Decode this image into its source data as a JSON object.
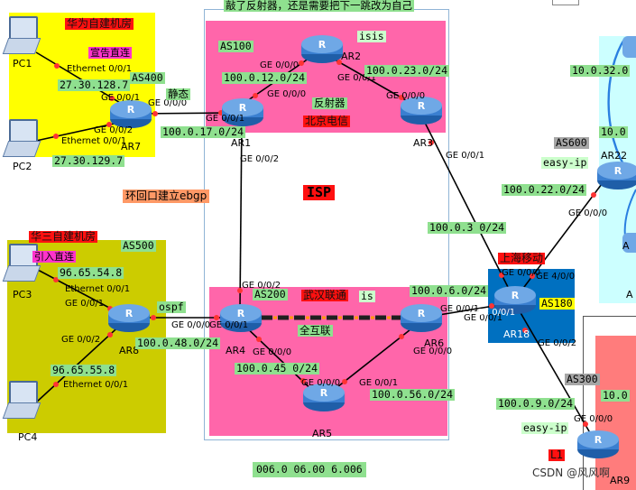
{
  "top_banner": "敲了反射器，还是需要把下一跳改为自己",
  "bottom_text": "006.0 06.00 6.006",
  "watermark": "CSDN @风风啊",
  "isp_label": "ISP",
  "loopback_note": "环回口建立ebgp",
  "colors": {
    "yellow_zone": "#ffff00",
    "olive_zone": "#cccc00",
    "pink_zone": "#ff66aa",
    "blue_zone": "#0070c0",
    "cyan_zone": "#ccffff",
    "red_zone": "#ff7c7c",
    "link": "#000000",
    "full_mesh": "#1f1f1f",
    "full_mesh_dash": "#ff9900",
    "endpoint": "#ff3333"
  },
  "zones": {
    "huawei": {
      "title": "华为自建机房",
      "as": "AS400",
      "subtitle": "宣告直连"
    },
    "h3c": {
      "title": "华三自建机房",
      "as": "AS500",
      "subtitle": "引入直连"
    },
    "beijing": {
      "as": "AS100",
      "protocol": "isis",
      "reflector": "反射器",
      "name": "北京电信"
    },
    "wuhan": {
      "as": "AS200",
      "name": "武汉联通",
      "protocol_tail": "is",
      "full_mesh": "全互联"
    },
    "shanghai": {
      "name": "上海移动",
      "as": "AS180"
    },
    "as600": {
      "as": "AS600",
      "protocol": "easy-ip"
    },
    "as300": {
      "as": "AS300",
      "protocol": "easy-ip",
      "tag": "L1"
    }
  },
  "devices": [
    {
      "id": "pc1",
      "name": "PC1",
      "icon": "pc-icon"
    },
    {
      "id": "pc2",
      "name": "PC2",
      "icon": "pc-icon"
    },
    {
      "id": "pc3",
      "name": "PC3",
      "icon": "pc-icon"
    },
    {
      "id": "pc4",
      "name": "PC4",
      "icon": "pc-icon"
    },
    {
      "id": "ar1",
      "name": "AR1",
      "icon": "router-icon"
    },
    {
      "id": "ar2",
      "name": "AR2",
      "icon": "router-icon"
    },
    {
      "id": "ar3",
      "name": "AR3",
      "icon": "router-icon"
    },
    {
      "id": "ar4",
      "name": "AR4",
      "icon": "router-icon"
    },
    {
      "id": "ar5",
      "name": "AR5",
      "icon": "router-icon"
    },
    {
      "id": "ar6",
      "name": "AR6",
      "icon": "router-icon"
    },
    {
      "id": "ar7",
      "name": "AR7",
      "icon": "router-icon"
    },
    {
      "id": "ar8",
      "name": "AR8",
      "icon": "router-icon"
    },
    {
      "id": "ar18",
      "name": "AR18",
      "icon": "router-icon"
    },
    {
      "id": "ar22",
      "name": "AR22",
      "icon": "router-icon"
    },
    {
      "id": "ar9",
      "name": "AR9",
      "icon": "router-icon"
    }
  ],
  "networks": {
    "n_12": "100.0.12.0/24",
    "n_23": "100.0.23.0/24",
    "n_17": "100.0.17.0/24",
    "n_3": "100.0.3 0/24",
    "n_48": "100.0.48.0/24",
    "n_45": "100.0.45 0/24",
    "n_56": "100.0.56.0/24",
    "n_6": "100.0.6.0/24",
    "n_22": "100.0.22.0/24",
    "n_9": "100.0.9.0/24",
    "n_32": "10.0.32.0",
    "n_10a": "10.0",
    "n_10b": "10.0",
    "pc1_net": "27.30.128.7",
    "pc2_net": "27.30.129.7",
    "pc3_net": "96.65.54.8",
    "pc4_net": "96.65.55.8",
    "static": "静态",
    "ospf": "ospf",
    "side_a": "A",
    "side_b": "A"
  },
  "ports": {
    "pc1_eth": "Ethernet 0/0/1",
    "pc2_eth": "Ethernet 0/0/1",
    "pc3_eth": "Ethernet 0/0/1",
    "pc4_eth": "Ethernet 0/0/1",
    "ar7_g1": "GE 0/0/1",
    "ar7_g2": "GE 0/0/2",
    "ar7_g0": "GE 0/0/0",
    "ar1_g1": "GE 0/0/1",
    "ar1_g0": "GE 0/0/0",
    "ar1_g2": "GE 0/0/2",
    "ar2_g0": "GE 0/0/0",
    "ar2_g1": "GE 0/0/1",
    "ar3_g0": "GE 0/0/0",
    "ar3_g1": "GE 0/0/1",
    "ar4_g2": "GE 0/0/2",
    "ar4_g1": "GE 0/0/1",
    "ar4_g0": "GE 0/0/0",
    "ar8_g1": "GE 0/0/1",
    "ar8_g2": "GE 0/0/2",
    "ar8_g0": "GE 0/0/0",
    "ar5_g0": "GE 0/0/0",
    "ar5_g1": "GE 0/0/1",
    "ar6_g0": "GE 0/0/0",
    "ar6_g1": "GE 0/0/1",
    "ar18_g0": "GE 0/0/0",
    "ar18_g4": "GE 4/0/0",
    "ar18_g1": "GE 0/0/1",
    "ar18_g2": "GE 0/0/2",
    "ar6_side": "GE 0/0/1",
    "ar22_g0": "GE 0/0/0",
    "ar9_g0": "GE 0/0/0"
  }
}
